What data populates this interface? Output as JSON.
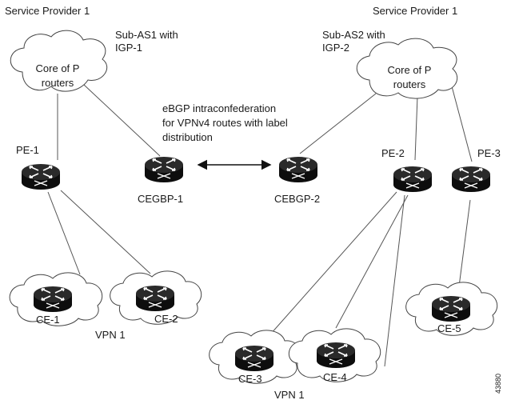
{
  "labels": {
    "sp1": "Service Provider 1",
    "sp2": "Service Provider 1",
    "subas1_l1": "Sub-AS1 with",
    "subas1_l2": "IGP-1",
    "subas2_l1": "Sub-AS2 with",
    "subas2_l2": "IGP-2",
    "core1_l1": "Core of P",
    "core1_l2": "routers",
    "core2_l1": "Core of P",
    "core2_l2": "routers",
    "ebgp_l1": "eBGP intraconfederation",
    "ebgp_l2": "for VPNv4 routes with label",
    "ebgp_l3": "distribution",
    "pe1": "PE-1",
    "pe2": "PE-2",
    "pe3": "PE-3",
    "cegbp1": "CEGBP-1",
    "cebgp2": "CEBGP-2",
    "ce1": "CE-1",
    "ce2": "CE-2",
    "ce3": "CE-3",
    "ce4": "CE-4",
    "ce5": "CE-5",
    "vpn1_left": "VPN 1",
    "vpn1_bottom": "VPN 1",
    "figure_id": "43880"
  },
  "icons": {
    "router": "router-icon",
    "cloud": "cloud-icon"
  }
}
